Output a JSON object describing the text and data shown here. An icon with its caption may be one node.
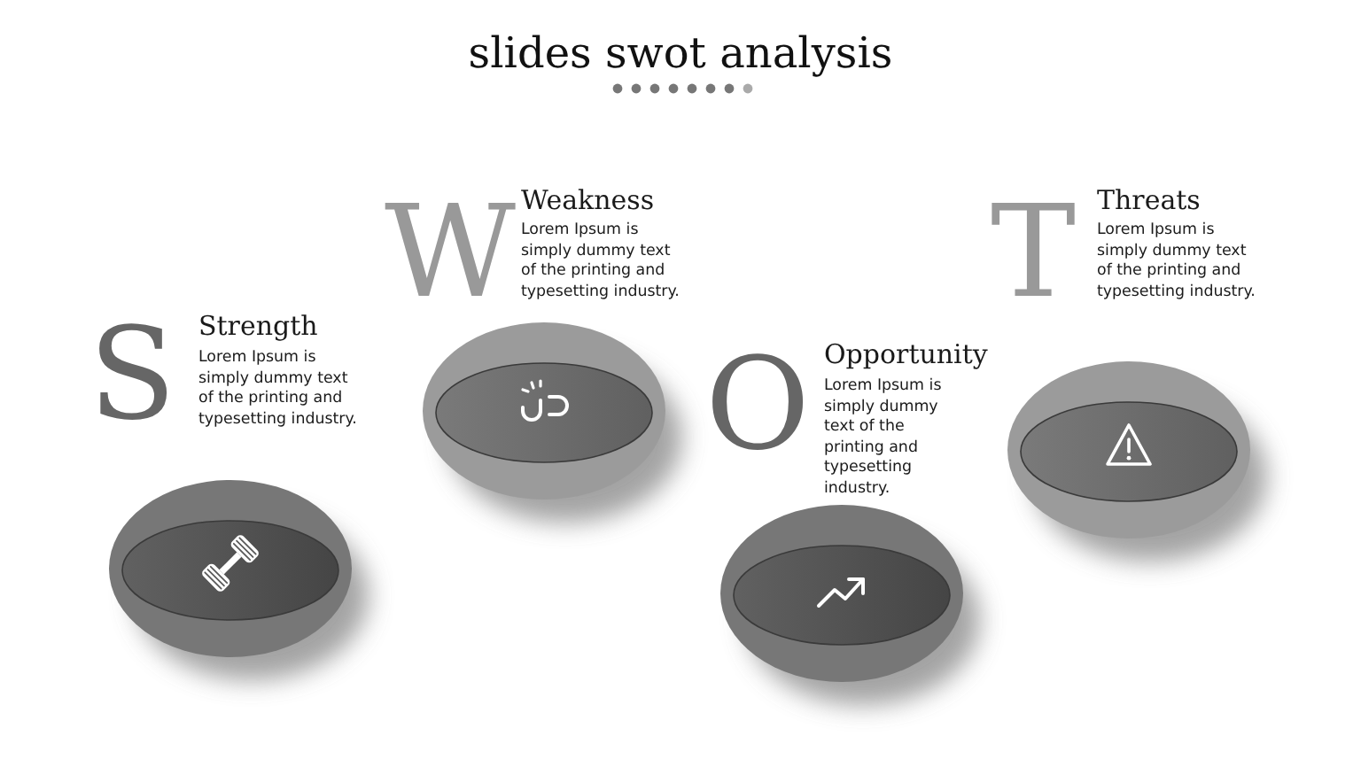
{
  "diagram": {
    "title": "slides swot analysis",
    "labels": [
      "S",
      "Strength",
      "Lorem Ipsum is simply dummy text of the printing and typesetting industry.",
      "W",
      "Weakness",
      "Lorem Ipsum is simply dummy text of the printing and typesetting industry.",
      "O",
      "Opportunity",
      "Lorem Ipsum is simply dummy text of the printing and typesetting industry.",
      "T",
      "Threats",
      "Lorem Ipsum is simply dummy text of the printing and typesetting industry."
    ]
  }
}
